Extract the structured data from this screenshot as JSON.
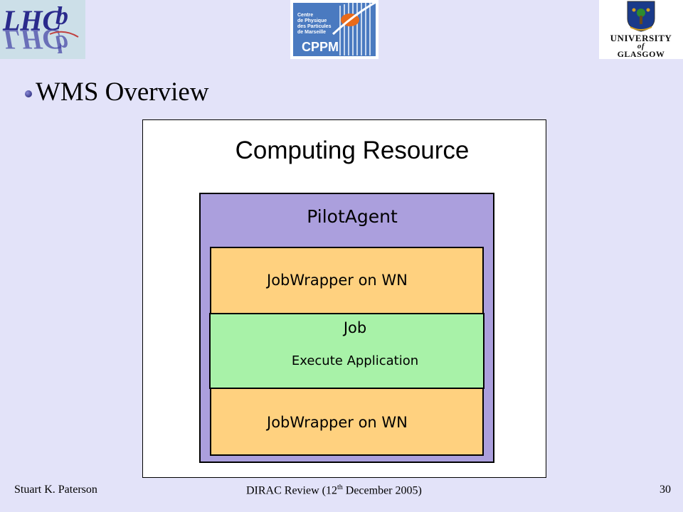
{
  "logos": {
    "lhcb": {
      "name": "LHCb-logo-icon",
      "text": "LHCb"
    },
    "cppm": {
      "name": "CPPM-logo-icon",
      "lines": [
        "Centre",
        "de Physique",
        "des Particules",
        "de Marseille"
      ],
      "mark": "CPPM"
    },
    "glasgow": {
      "name": "University-of-Glasgow-crest-icon",
      "line1": "UNIVERSITY",
      "line2": "of",
      "line3": "GLASGOW"
    }
  },
  "title": "WMS Overview",
  "diagram": {
    "computing_resource": "Computing Resource",
    "pilot_agent": "PilotAgent",
    "jobwrapper_top": "JobWrapper on WN",
    "job": "Job",
    "job_detail": "Execute Application",
    "jobwrapper_bottom": "JobWrapper on WN"
  },
  "footer": {
    "author": "Stuart K. Paterson",
    "center_prefix": "DIRAC Review (12",
    "center_sup": "th",
    "center_suffix": " December 2005)",
    "page": "30"
  },
  "colors": {
    "background": "#e3e3f9",
    "pilot_agent": "#ab9fdd",
    "jobwrapper": "#ffd17f",
    "job": "#a8f2a8"
  }
}
